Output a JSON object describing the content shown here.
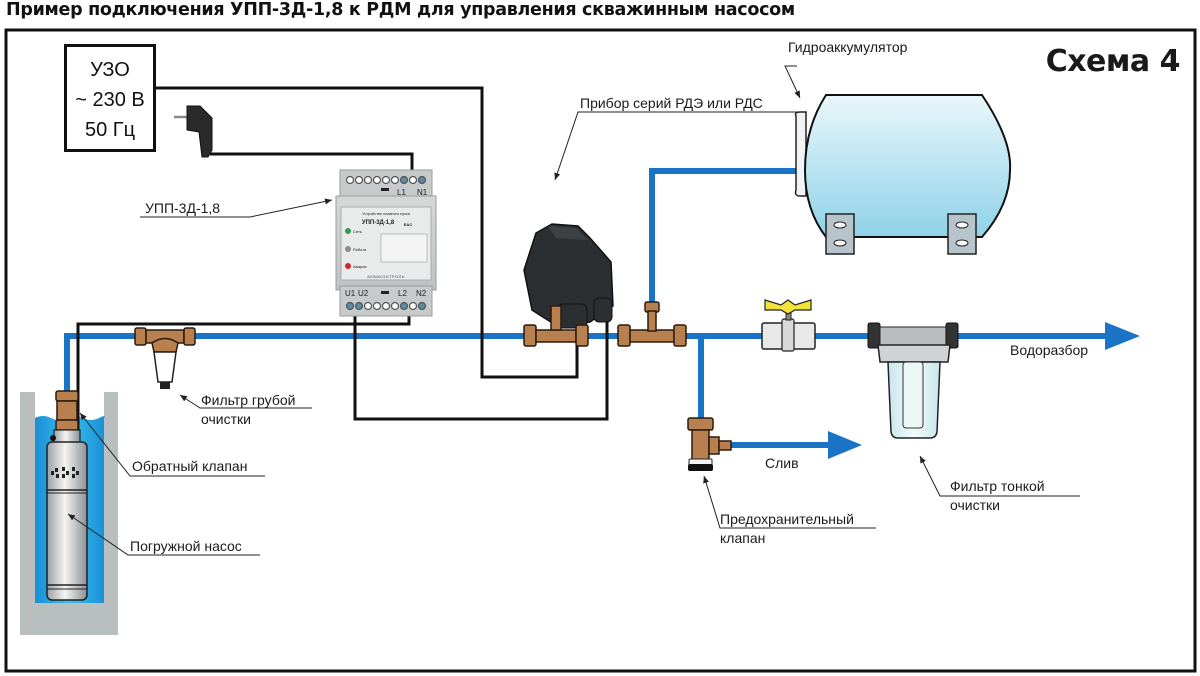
{
  "title": "Пример подключения УПП-3Д-1,8 к РДМ для управления скважинным насосом",
  "scheme_label": "Схема 4",
  "power_source": {
    "line1": "УЗО",
    "line2": "~ 230 В",
    "line3": "50 Гц"
  },
  "device": {
    "label": "УПП-3Д-1,8",
    "panel_title": "Устройство плавного пуска",
    "panel_model": "УПП-3Д-1,8",
    "led_power": "Сеть",
    "led_work": "Работа",
    "led_alarm": "Авария",
    "brand": "АКВАКОНТРОЛЬ",
    "terminals_top": [
      "L1",
      "N1"
    ],
    "terminals_bottom": [
      "U1",
      "U2",
      "L2",
      "N2"
    ]
  },
  "labels": {
    "pressure_switch": "Прибор серий РДЭ или РДС",
    "accumulator": "Гидроаккумулятор",
    "coarse_filter_line1": "Фильтр грубой",
    "coarse_filter_line2": "очистки",
    "check_valve": "Обратный клапан",
    "pump": "Погружной насос",
    "fine_filter_line1": "Фильтр тонкой",
    "fine_filter_line2": "очистки",
    "safety_valve_line1": "Предохранительный",
    "safety_valve_line2": "клапан",
    "drain": "Слив",
    "outlet": "Водоразбор"
  },
  "colors": {
    "pipe": "#1a73c4",
    "wire": "#111111",
    "brass": "#b8804e",
    "water": "#2aa4dc",
    "tank": "#a9dcec",
    "valve_handle": "#f2e23a",
    "well_wall": "#b9bfbf"
  }
}
